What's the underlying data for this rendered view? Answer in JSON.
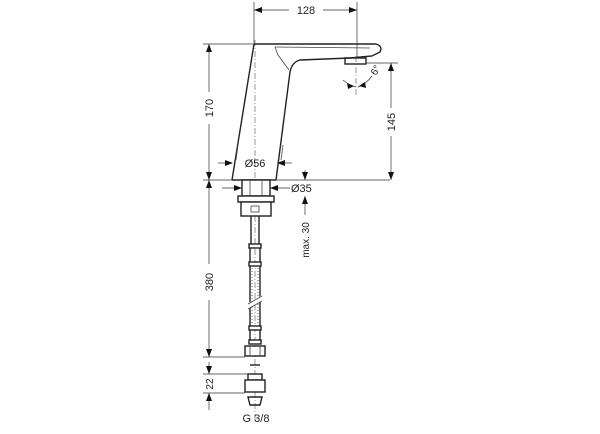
{
  "drawing": {
    "subject": "Electronic basin faucet technical drawing",
    "dimensions": {
      "spout_reach": "128",
      "total_height": "170",
      "spout_height": "145",
      "body_diameter": "Ø56",
      "mount_diameter": "Ø35",
      "max_counter_thickness": "max. 30",
      "hose_length": "380",
      "connector_height": "22",
      "spout_angle": "6°",
      "thread": "G 3/8"
    }
  }
}
